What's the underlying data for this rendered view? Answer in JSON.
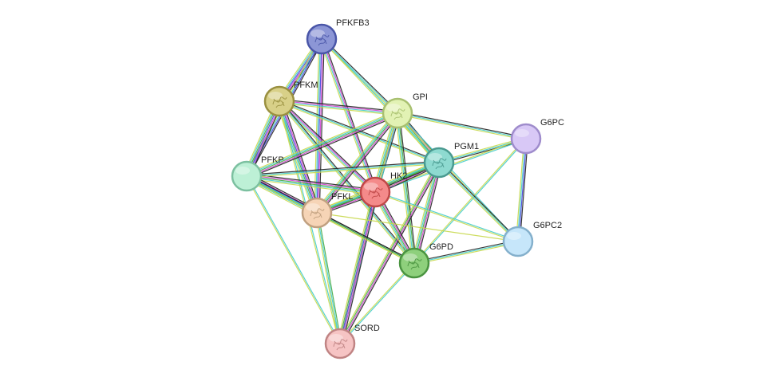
{
  "network": {
    "nodes": [
      {
        "id": "PFKFB3",
        "label": "PFKFB3",
        "color": "#8c96d6",
        "stroke": "#4a56a8",
        "structure": true
      },
      {
        "id": "PFKM",
        "label": "PFKM",
        "color": "#d8d088",
        "stroke": "#9a9040",
        "structure": true
      },
      {
        "id": "GPI",
        "label": "GPI",
        "color": "#e2f2b4",
        "stroke": "#a8c070",
        "structure": true
      },
      {
        "id": "G6PC",
        "label": "G6PC",
        "color": "#d8c8f6",
        "stroke": "#9f8ccc",
        "structure": false
      },
      {
        "id": "PFKP",
        "label": "PFKP",
        "color": "#bdf0d6",
        "stroke": "#7cc0a0",
        "structure": false
      },
      {
        "id": "PGM1",
        "label": "PGM1",
        "color": "#8edad0",
        "stroke": "#4a9a90",
        "structure": true
      },
      {
        "id": "HK2",
        "label": "HK2",
        "color": "#f48a8a",
        "stroke": "#c04848",
        "structure": true
      },
      {
        "id": "PFKL",
        "label": "PFKL",
        "color": "#f6d4b6",
        "stroke": "#c0a080",
        "structure": true
      },
      {
        "id": "G6PC2",
        "label": "G6PC2",
        "color": "#c6e6fa",
        "stroke": "#84b0cc",
        "structure": false
      },
      {
        "id": "G6PD",
        "label": "G6PD",
        "color": "#8ed07c",
        "stroke": "#4a9440",
        "structure": true
      },
      {
        "id": "SORD",
        "label": "SORD",
        "color": "#f6c4c4",
        "stroke": "#c08484",
        "structure": true
      }
    ],
    "edges": [
      {
        "source": "PFKFB3",
        "target": "PFKM",
        "colors": [
          "#222222",
          "#d044d0",
          "#4444dd",
          "#44cccc",
          "#c8d84c"
        ]
      },
      {
        "source": "PFKFB3",
        "target": "GPI",
        "colors": [
          "#222222",
          "#44cccc",
          "#c8d84c"
        ]
      },
      {
        "source": "PFKFB3",
        "target": "HK2",
        "colors": [
          "#222222",
          "#d044d0",
          "#44cccc",
          "#c8d84c"
        ]
      },
      {
        "source": "PFKFB3",
        "target": "PFKL",
        "colors": [
          "#222222",
          "#d044d0",
          "#4444dd",
          "#44cccc",
          "#c8d84c"
        ]
      },
      {
        "source": "PFKFB3",
        "target": "PFKP",
        "colors": [
          "#222222",
          "#4444dd",
          "#44cccc",
          "#c8d84c"
        ]
      },
      {
        "source": "PFKFB3",
        "target": "PGM1",
        "colors": [
          "#44cccc",
          "#c8d84c"
        ]
      },
      {
        "source": "PFKM",
        "target": "GPI",
        "colors": [
          "#222222",
          "#d044d0",
          "#44cccc",
          "#c8d84c"
        ]
      },
      {
        "source": "PFKM",
        "target": "PFKP",
        "colors": [
          "#222222",
          "#d044d0",
          "#4444dd",
          "#44aa44",
          "#44cccc",
          "#c8d84c"
        ]
      },
      {
        "source": "PFKM",
        "target": "PFKL",
        "colors": [
          "#222222",
          "#d044d0",
          "#4444dd",
          "#44aa44",
          "#44cccc",
          "#c8d84c"
        ]
      },
      {
        "source": "PFKM",
        "target": "HK2",
        "colors": [
          "#222222",
          "#d044d0",
          "#44cccc",
          "#c8d84c"
        ]
      },
      {
        "source": "PFKM",
        "target": "PGM1",
        "colors": [
          "#222222",
          "#44cccc",
          "#c8d84c"
        ]
      },
      {
        "source": "PFKM",
        "target": "G6PD",
        "colors": [
          "#222222",
          "#44cccc",
          "#c8d84c"
        ]
      },
      {
        "source": "PFKM",
        "target": "SORD",
        "colors": [
          "#44cccc",
          "#c8d84c"
        ]
      },
      {
        "source": "GPI",
        "target": "G6PC",
        "colors": [
          "#222222",
          "#44cccc",
          "#c8d84c"
        ]
      },
      {
        "source": "GPI",
        "target": "PFKP",
        "colors": [
          "#222222",
          "#d044d0",
          "#44aa44",
          "#44cccc",
          "#c8d84c"
        ]
      },
      {
        "source": "GPI",
        "target": "PGM1",
        "colors": [
          "#222222",
          "#d044d0",
          "#44aa44",
          "#44cccc",
          "#c8d84c"
        ]
      },
      {
        "source": "GPI",
        "target": "HK2",
        "colors": [
          "#222222",
          "#d044d0",
          "#44aa44",
          "#44cccc",
          "#c8d84c"
        ]
      },
      {
        "source": "GPI",
        "target": "PFKL",
        "colors": [
          "#222222",
          "#d044d0",
          "#44aa44",
          "#44cccc",
          "#c8d84c"
        ]
      },
      {
        "source": "GPI",
        "target": "G6PD",
        "colors": [
          "#222222",
          "#44aa44",
          "#44cccc",
          "#c8d84c"
        ]
      },
      {
        "source": "GPI",
        "target": "G6PC2",
        "colors": [
          "#44cccc",
          "#c8d84c"
        ]
      },
      {
        "source": "GPI",
        "target": "SORD",
        "colors": [
          "#44cccc",
          "#c8d84c"
        ]
      },
      {
        "source": "G6PC",
        "target": "PGM1",
        "colors": [
          "#222222",
          "#44cccc",
          "#c8d84c"
        ]
      },
      {
        "source": "G6PC",
        "target": "HK2",
        "colors": [
          "#44cccc",
          "#c8d84c"
        ]
      },
      {
        "source": "G6PC",
        "target": "G6PC2",
        "colors": [
          "#222222",
          "#4444dd",
          "#44cccc",
          "#c8d84c"
        ]
      },
      {
        "source": "G6PC",
        "target": "G6PD",
        "colors": [
          "#44cccc",
          "#c8d84c"
        ]
      },
      {
        "source": "PFKP",
        "target": "HK2",
        "colors": [
          "#222222",
          "#d044d0",
          "#44aa44",
          "#44cccc",
          "#c8d84c"
        ]
      },
      {
        "source": "PFKP",
        "target": "PFKL",
        "colors": [
          "#222222",
          "#d044d0",
          "#4444dd",
          "#44aa44",
          "#44cccc",
          "#c8d84c"
        ]
      },
      {
        "source": "PFKP",
        "target": "PGM1",
        "colors": [
          "#222222",
          "#44cccc",
          "#c8d84c"
        ]
      },
      {
        "source": "PFKP",
        "target": "G6PD",
        "colors": [
          "#222222",
          "#44cccc",
          "#c8d84c"
        ]
      },
      {
        "source": "PFKP",
        "target": "SORD",
        "colors": [
          "#44cccc",
          "#c8d84c"
        ]
      },
      {
        "source": "PGM1",
        "target": "HK2",
        "colors": [
          "#222222",
          "#d044d0",
          "#44aa44",
          "#44cccc",
          "#c8d84c"
        ]
      },
      {
        "source": "PGM1",
        "target": "PFKL",
        "colors": [
          "#222222",
          "#44aa44",
          "#44cccc",
          "#c8d84c"
        ]
      },
      {
        "source": "PGM1",
        "target": "G6PD",
        "colors": [
          "#222222",
          "#d044d0",
          "#44aa44",
          "#44cccc",
          "#c8d84c"
        ]
      },
      {
        "source": "PGM1",
        "target": "G6PC2",
        "colors": [
          "#222222",
          "#44cccc",
          "#c8d84c"
        ]
      },
      {
        "source": "PGM1",
        "target": "SORD",
        "colors": [
          "#222222",
          "#d044d0",
          "#44aa44",
          "#c8d84c"
        ]
      },
      {
        "source": "HK2",
        "target": "PFKL",
        "colors": [
          "#222222",
          "#d044d0",
          "#44aa44",
          "#44cccc",
          "#c8d84c"
        ]
      },
      {
        "source": "HK2",
        "target": "G6PD",
        "colors": [
          "#222222",
          "#d044d0",
          "#44aa44",
          "#44cccc",
          "#c8d84c"
        ]
      },
      {
        "source": "HK2",
        "target": "G6PC2",
        "colors": [
          "#44cccc",
          "#c8d84c"
        ]
      },
      {
        "source": "HK2",
        "target": "SORD",
        "colors": [
          "#222222",
          "#d044d0",
          "#4444dd",
          "#44aa44",
          "#c8d84c"
        ]
      },
      {
        "source": "PFKL",
        "target": "G6PD",
        "colors": [
          "#222222",
          "#44aa44",
          "#c8d84c"
        ]
      },
      {
        "source": "PFKL",
        "target": "G6PC2",
        "colors": [
          "#c8d84c"
        ]
      },
      {
        "source": "PFKL",
        "target": "SORD",
        "colors": [
          "#44aa44",
          "#44cccc",
          "#c8d84c"
        ]
      },
      {
        "source": "G6PD",
        "target": "G6PC2",
        "colors": [
          "#222222",
          "#44cccc",
          "#c8d84c"
        ]
      },
      {
        "source": "G6PD",
        "target": "SORD",
        "colors": [
          "#44cccc",
          "#c8d84c"
        ]
      }
    ]
  }
}
